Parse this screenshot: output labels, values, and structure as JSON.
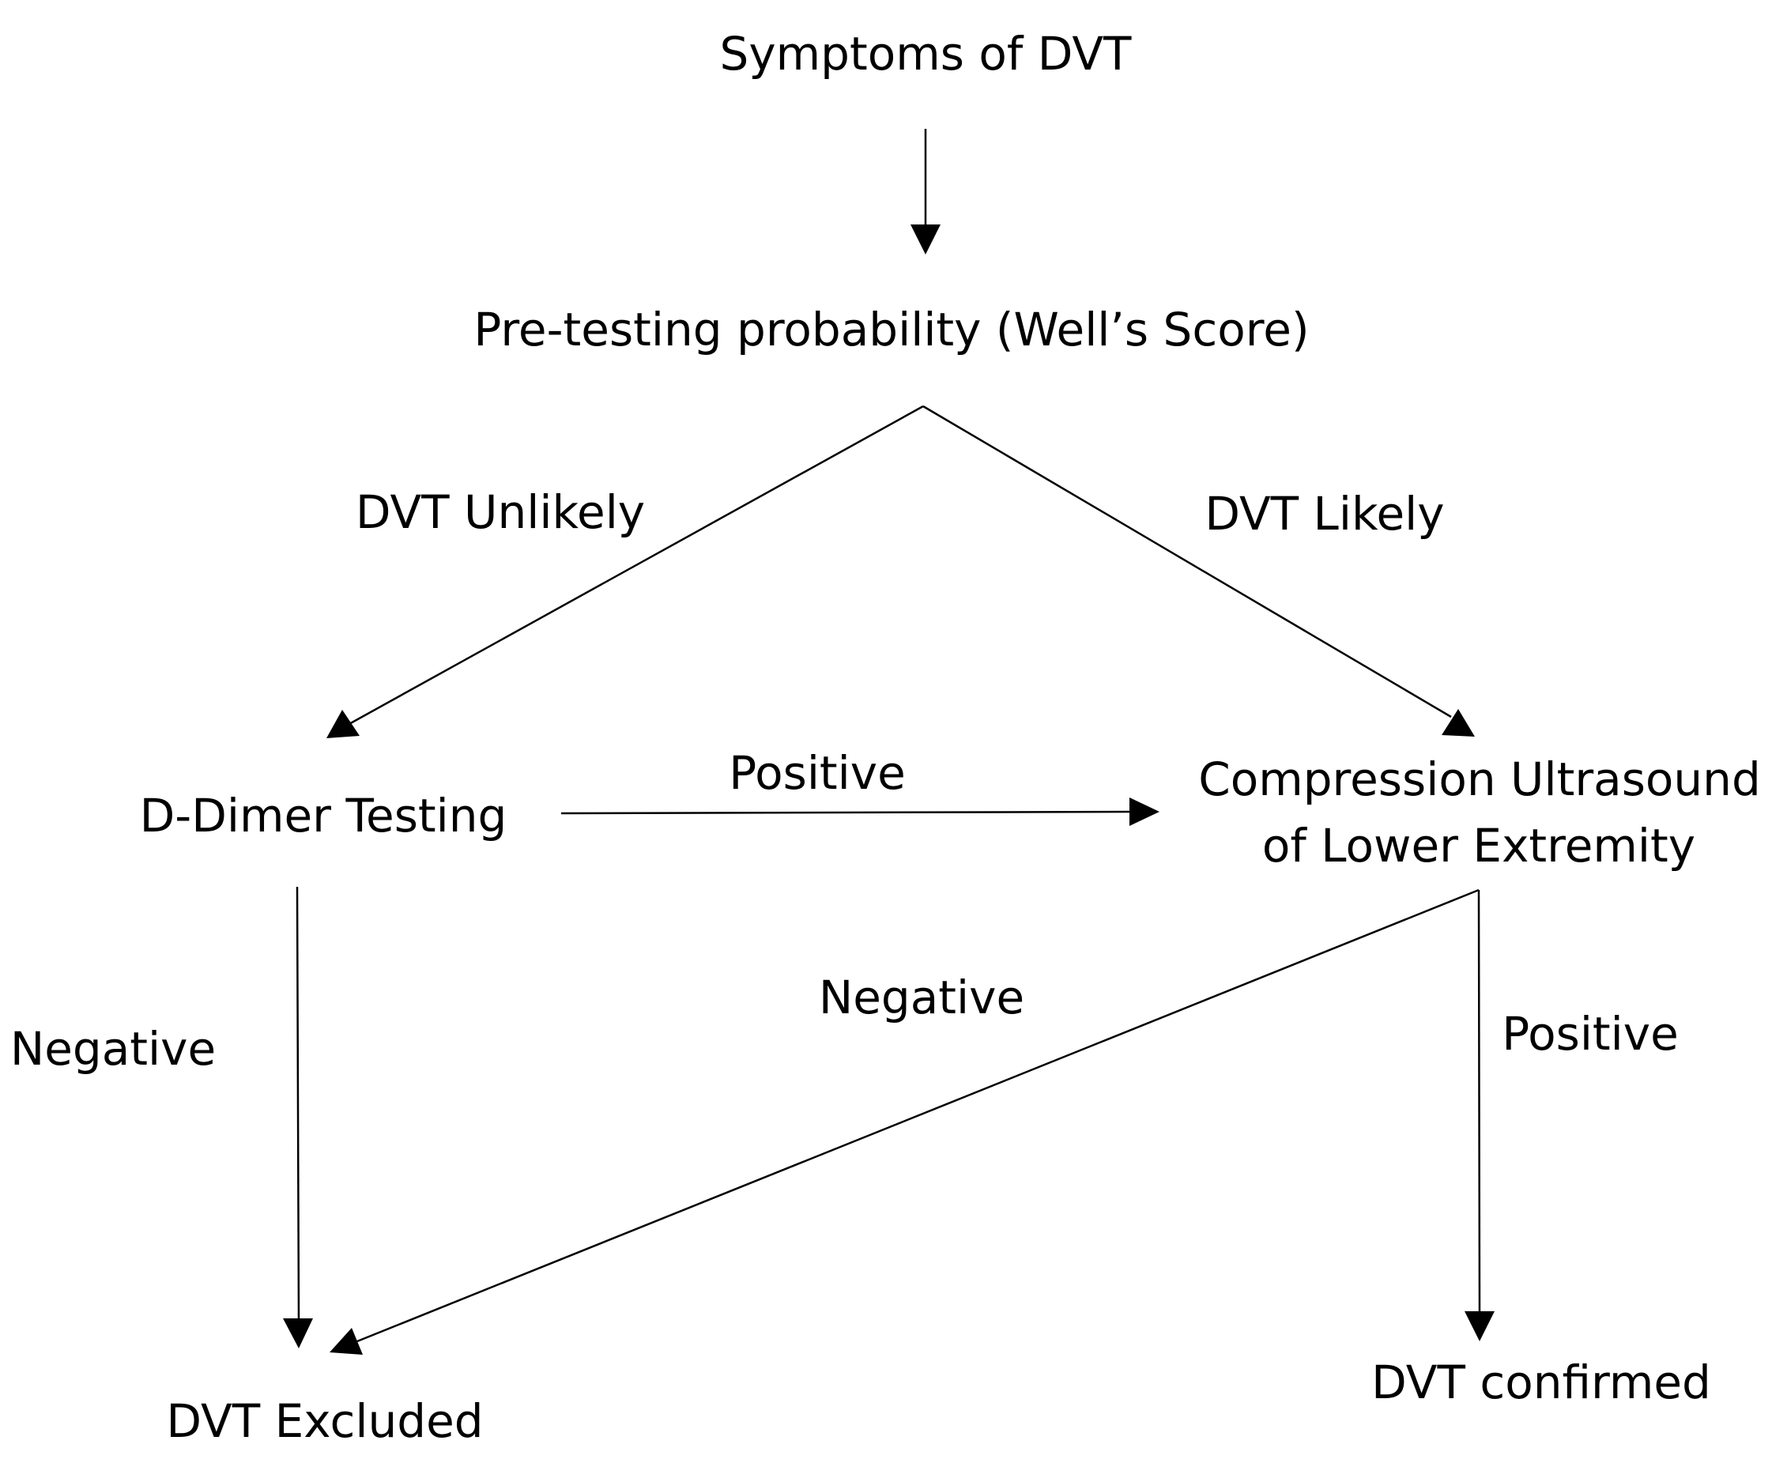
{
  "nodes": {
    "symptoms": "Symptoms of DVT",
    "pretest": "Pre-testing probability (Well’s Score)",
    "ddimer": "D-Dimer Testing",
    "ultrasound_line1": "Compression Ultrasound",
    "ultrasound_line2": "of Lower Extremity",
    "excluded": "DVT Excluded",
    "confirmed": "DVT  confirmed"
  },
  "edge_labels": {
    "unlikely": "DVT Unlikely",
    "likely": "DVT Likely",
    "ddimer_positive": "Positive",
    "ddimer_negative": "Negative",
    "us_negative": "Negative",
    "us_positive": "Positive"
  },
  "colors": {
    "line": "#000000",
    "text": "#000000",
    "background": "#ffffff"
  }
}
